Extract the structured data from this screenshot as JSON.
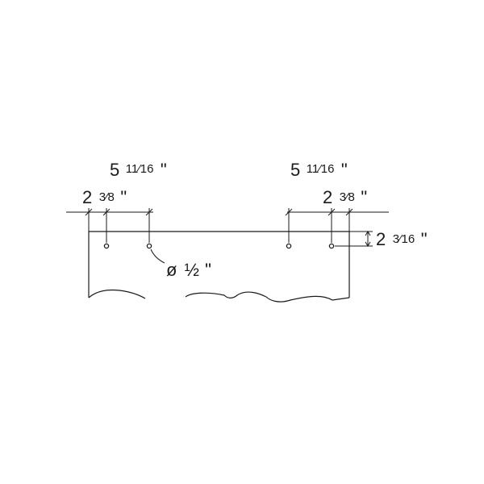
{
  "diagram": {
    "line_color": "#1a1a1a",
    "background": "#ffffff",
    "dimensions": {
      "left_span": {
        "whole": "5",
        "fraction": "11⁄16",
        "unit": "\""
      },
      "right_span": {
        "whole": "5",
        "fraction": "11⁄16",
        "unit": "\""
      },
      "left_edge_offset": {
        "whole": "2",
        "fraction": "3⁄8",
        "unit": "\""
      },
      "right_edge_offset": {
        "whole": "2",
        "fraction": "3⁄8",
        "unit": "\""
      },
      "vertical_offset": {
        "whole": "2",
        "fraction": "3⁄16",
        "unit": "\""
      },
      "hole_diameter": {
        "symbol": "ø",
        "value": "½",
        "unit": "\""
      }
    }
  }
}
